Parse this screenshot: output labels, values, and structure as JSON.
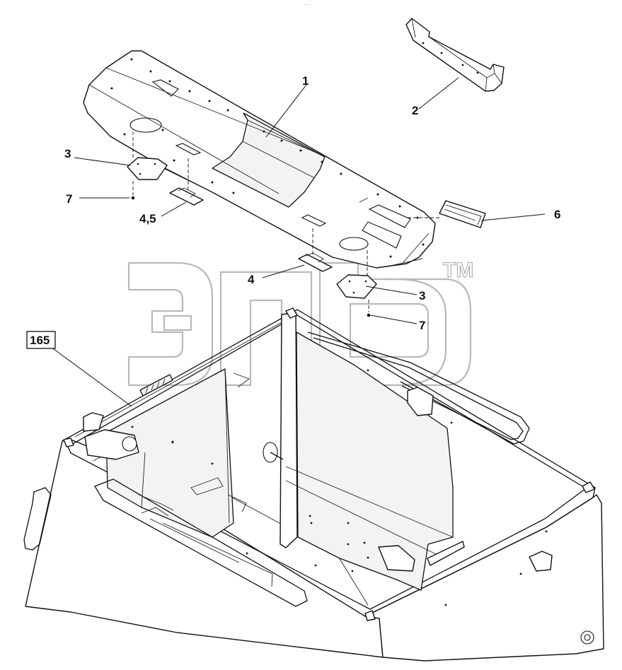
{
  "diagram": {
    "callouts": {
      "c1": "1",
      "c2": "2",
      "c3a": "3",
      "c3b": "3",
      "c4": "4",
      "c45": "4,5",
      "c6": "6",
      "c7a": "7",
      "c7b": "7",
      "c165": "165"
    },
    "watermark": {
      "trademark": "TM"
    }
  }
}
